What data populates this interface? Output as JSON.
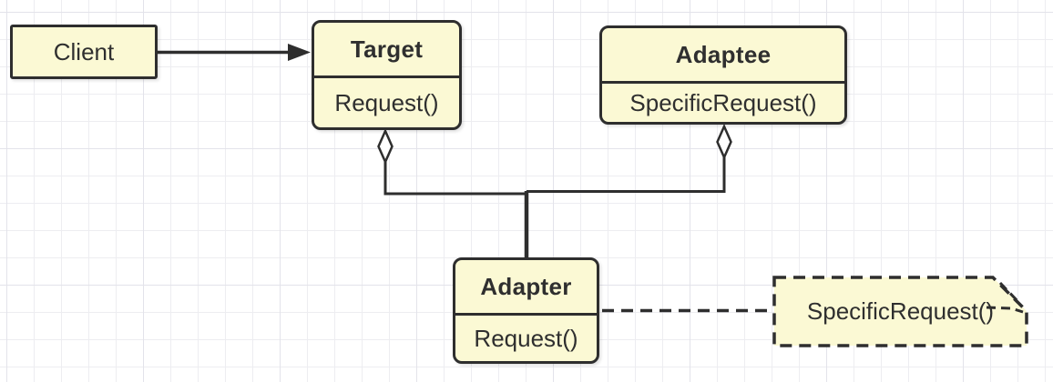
{
  "diagram": {
    "client": {
      "label": "Client"
    },
    "target": {
      "title": "Target",
      "method": "Request()"
    },
    "adaptee": {
      "title": "Adaptee",
      "method": "SpecificRequest()"
    },
    "adapter": {
      "title": "Adapter",
      "method": "Request()"
    },
    "note": {
      "label": "SpecificRequest()"
    },
    "edges": [
      {
        "from": "Client",
        "to": "Target",
        "type": "directed-association"
      },
      {
        "from": "Adapter",
        "to": "Target",
        "type": "aggregation-hollow-diamond"
      },
      {
        "from": "Adapter",
        "to": "Adaptee",
        "type": "aggregation-hollow-diamond"
      },
      {
        "from": "Adapter",
        "to": "note-SpecificRequest()",
        "type": "dashed-note-link"
      }
    ],
    "colors": {
      "node_fill": "#FBF9D4",
      "stroke": "#2E2E2E",
      "text": "#2F2F2F",
      "background": "#FFFFFF",
      "grid_line": "#EDEDF1"
    }
  }
}
